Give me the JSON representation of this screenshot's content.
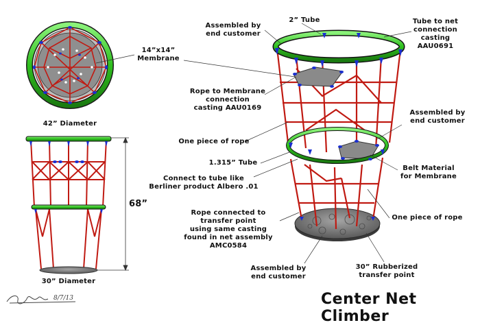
{
  "title": "Center Net Climber",
  "signature_date": "8/7/13",
  "labels": {
    "diameter_top": "42” Diameter",
    "diameter_bottom": "30” Diameter",
    "height": "68”",
    "membrane_size": "14”x14”\nMembrane",
    "assembled_top_left": "Assembled by\nend customer",
    "tube_2": "2” Tube",
    "tube_to_net": "Tube to net\nconnection\ncasting\nAAU0691",
    "rope_to_membrane": "Rope to Membrane\nconnection\ncasting AAU0169",
    "assembled_right": "Assembled by\nend customer",
    "one_piece_rope_left": "One piece of rope",
    "tube_1315": "1.315” Tube",
    "belt_material": "Belt Material\nfor Membrane",
    "connect_tube": "Connect to tube like\nBerliner product Albero .01",
    "rope_transfer": "Rope connected to\ntransfer point\nusing same casting\nfound in net assembly\nAMC0584",
    "one_piece_rope_right": "One piece of rope",
    "assembled_bottom": "Assembled by\nend customer",
    "transfer_point": "30” Rubberized\ntransfer point"
  },
  "colors": {
    "tube_green": "#3ccd2c",
    "rope_red": "#c01a12",
    "casting_blue": "#1a2fd0",
    "membrane_gray": "#8a8a8a",
    "base_gray": "#6f6f6f"
  }
}
